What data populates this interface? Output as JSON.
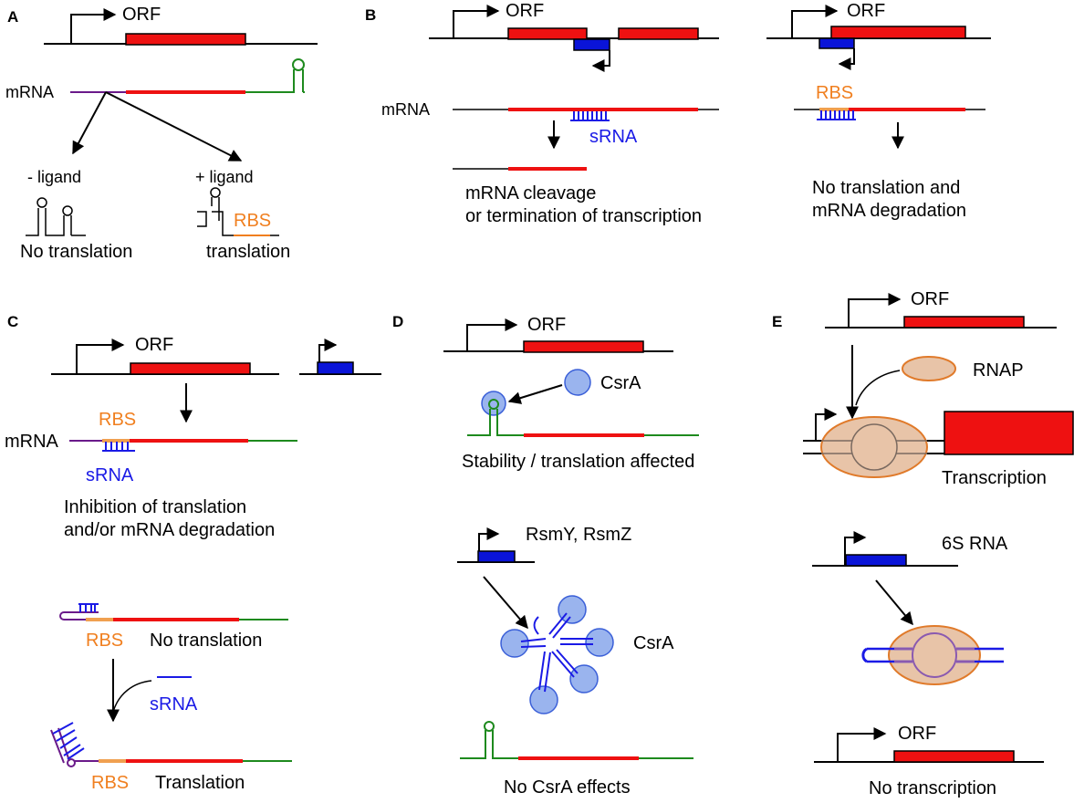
{
  "panels": {
    "A": {
      "letter": "A",
      "orf": "ORF",
      "mrna": "mRNA",
      "minus_ligand": "- ligand",
      "plus_ligand": "+ ligand",
      "rbs": "RBS",
      "no_translation": "No translation",
      "translation": "translation"
    },
    "B": {
      "letter": "B",
      "orf_1": "ORF",
      "orf_2": "ORF",
      "mrna": "mRNA",
      "srna": "sRNA",
      "rbs": "RBS",
      "result_1_line1": "mRNA cleavage",
      "result_1_line2": "or termination of transcription",
      "result_2_line1": "No translation and",
      "result_2_line2": "mRNA degradation"
    },
    "C": {
      "letter": "C",
      "orf": "ORF",
      "rbs_top": "RBS",
      "mrna": "mRNA",
      "srna_top": "sRNA",
      "result_line1": "Inhibition of translation",
      "result_line2": "and/or mRNA degradation",
      "rbs_mid": "RBS",
      "no_translation": "No translation",
      "srna_mid": "sRNA",
      "rbs_bottom": "RBS",
      "translation": "Translation"
    },
    "D": {
      "letter": "D",
      "orf": "ORF",
      "csra_top": "CsrA",
      "stability": "Stability / translation affected",
      "rsm": "RsmY, RsmZ",
      "csra_mid": "CsrA",
      "no_csra": "No CsrA effects"
    },
    "E": {
      "letter": "E",
      "orf_top": "ORF",
      "rnap": "RNAP",
      "transcription": "Transcription",
      "s6rna": "6S RNA",
      "orf_bottom": "ORF",
      "no_transcription": "No transcription"
    }
  },
  "colors": {
    "orf_box": "#ee1111",
    "srna_gene": "#0a14d8",
    "rbs_text": "#f07f1f",
    "srna_text": "#1a1ae6",
    "csra_fill": "#9ab4ee",
    "rnap_fill": "#e8c4a8"
  }
}
